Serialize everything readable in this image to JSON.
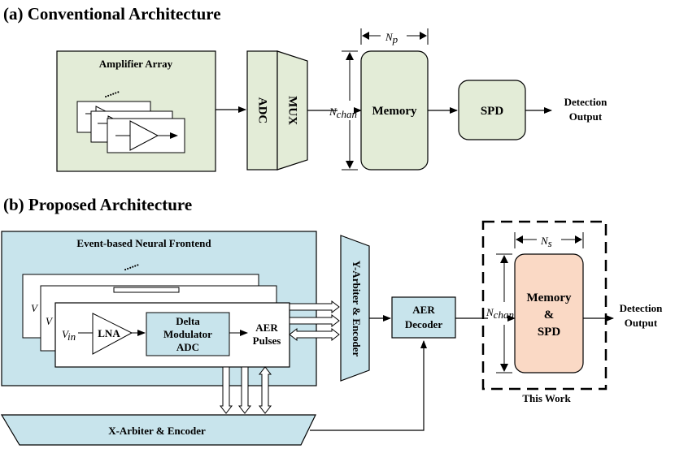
{
  "panel_a": {
    "title": "(a) Conventional Architecture",
    "amplifier_array": "Amplifier Array",
    "ellipsis": "......",
    "adc": "ADC",
    "mux": "MUX",
    "nchan_label": "N",
    "nchan_sub": "chan",
    "np_label": "N",
    "np_sub": "p",
    "memory": "Memory",
    "spd": "SPD",
    "output_line1": "Detection",
    "output_line2": "Output"
  },
  "panel_b": {
    "title": "(b) Proposed Architecture",
    "frontend": "Event-based Neural Frontend",
    "ellipsis": "......",
    "vin_label": "V",
    "vin_sub": "in",
    "lna": "LNA",
    "delta_line1": "Delta",
    "delta_line2": "Modulator",
    "delta_line3": "ADC",
    "aer_pulses_line1": "AER",
    "aer_pulses_line2": "Pulses",
    "y_arbiter": "Y-Arbiter & Encoder",
    "x_arbiter": "X-Arbiter & Encoder",
    "aer_decoder_line1": "AER",
    "aer_decoder_line2": "Decoder",
    "nchan_label": "N",
    "nchan_sub": "chan",
    "ns_label": "N",
    "ns_sub": "s",
    "memory_spd_line1": "Memory",
    "memory_spd_line2": "&",
    "memory_spd_line3": "SPD",
    "output_line1": "Detection",
    "output_line2": "Output",
    "this_work": "This Work"
  },
  "colors": {
    "green_fill": "#e3ecd7",
    "blue_fill": "#c8e4ec",
    "orange_fill": "#fad9c5"
  }
}
